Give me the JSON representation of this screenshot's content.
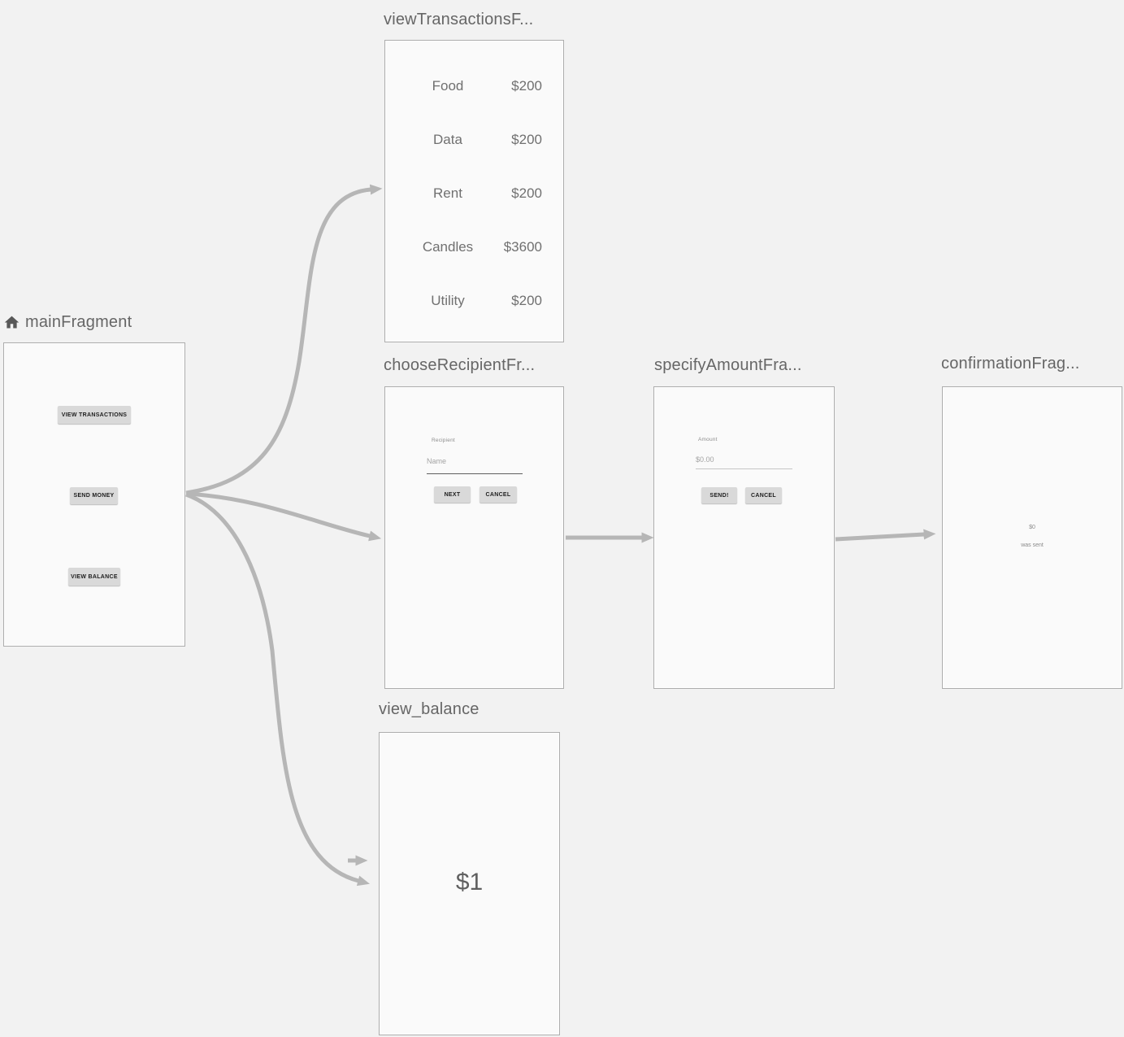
{
  "colors": {
    "canvas_bg": "#f2f2f2",
    "card_bg": "#fafafa",
    "card_border": "#adadad",
    "arrow": "#b6b6b6",
    "title_text": "#666666",
    "preview_text": "#707070",
    "button_bg": "#d9d9d9"
  },
  "icons": {
    "home": "home-icon"
  },
  "fragments": {
    "main": {
      "title": "mainFragment",
      "buttons": {
        "view_transactions": "VIEW TRANSACTIONS",
        "send_money": "SEND MONEY",
        "view_balance": "VIEW BALANCE"
      }
    },
    "view_transactions": {
      "title": "viewTransactionsF...",
      "rows": [
        {
          "label": "Food",
          "value": "$200"
        },
        {
          "label": "Data",
          "value": "$200"
        },
        {
          "label": "Rent",
          "value": "$200"
        },
        {
          "label": "Candles",
          "value": "$3600"
        },
        {
          "label": "Utility",
          "value": "$200"
        }
      ]
    },
    "choose_recipient": {
      "title": "chooseRecipientFr...",
      "field_label": "Recipient",
      "field_placeholder": "Name",
      "next_button": "NEXT",
      "cancel_button": "CANCEL"
    },
    "specify_amount": {
      "title": "specifyAmountFra...",
      "field_label": "Amount",
      "field_placeholder": "$0.00",
      "send_button": "SEND!",
      "cancel_button": "CANCEL"
    },
    "confirmation": {
      "title": "confirmationFrag...",
      "amount": "$0",
      "message": "was sent"
    },
    "view_balance": {
      "title": "view_balance",
      "balance": "$1"
    }
  }
}
